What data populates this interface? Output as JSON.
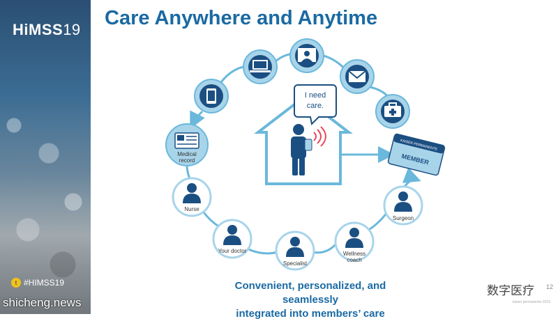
{
  "sidebar": {
    "logo_main": "HiMSS",
    "logo_year": "19",
    "hashtag": "#HIMSS19",
    "watermark": "shicheng.news"
  },
  "title": "Care Anywhere and Anytime",
  "bubble": {
    "line1": "I need",
    "line2": "care."
  },
  "member_card": {
    "brand": "KAISER PERMANENTE",
    "label": "MEMBER"
  },
  "nodes": {
    "medical_record": {
      "line1": "Medical",
      "line2": "record"
    },
    "nurse": "Nurse",
    "your_doctor": "Your doctor",
    "specialist": "Specialist",
    "wellness_coach": {
      "line1": "Wellness",
      "line2": "coach"
    },
    "surgeon": "Surgeon"
  },
  "footer": {
    "line1": "Convenient, personalized, and seamlessly",
    "line2": "integrated into members’ care"
  },
  "watermark_right": "数字医疗",
  "slide_number": "12",
  "copyright": "kaiser permanente 2019",
  "colors": {
    "dark_blue": "#1b4f82",
    "light_blue": "#a8d4ea",
    "ring_blue": "#6ab8db",
    "title_blue": "#1a6aa3"
  }
}
